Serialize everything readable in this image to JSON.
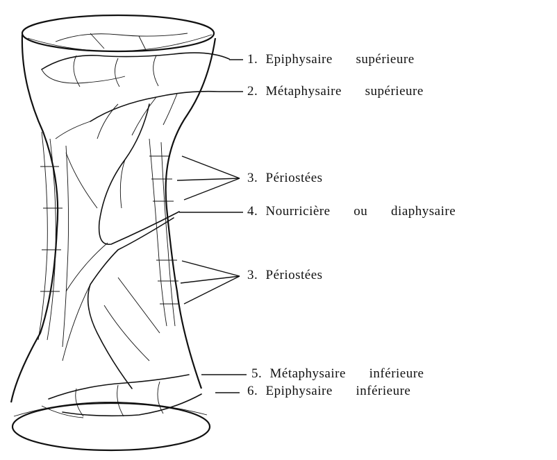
{
  "labels": {
    "epiphysaire_superieure": "1. Epiphysaire   supérieure",
    "metaphysaire_superieure": "2. Métaphysaire   supérieure",
    "periostees_top": "3. Périostées",
    "nourriciere": "4. Nourricière   ou   diaphysaire",
    "periostees_bottom": "3. Périostées",
    "metaphysaire_inferieure": "5. Métaphysaire   inférieure",
    "epiphysaire_inferieure": "6. Epiphysaire   inférieure"
  },
  "colors": {
    "ink": "#111111",
    "background": "#ffffff"
  }
}
